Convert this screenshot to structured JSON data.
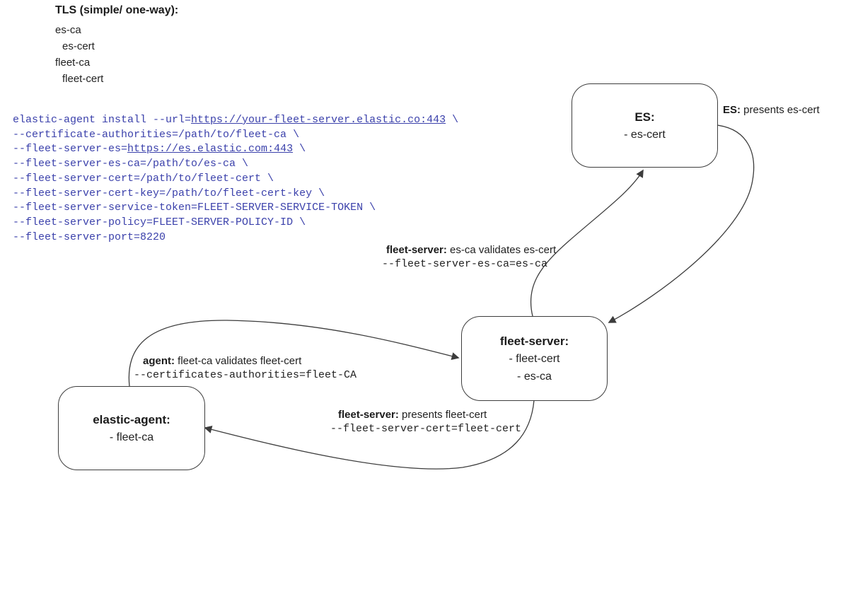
{
  "legend": {
    "title": "TLS (simple/ one-way):",
    "items": [
      "es-ca",
      "es-cert",
      "fleet-ca",
      "fleet-cert"
    ]
  },
  "code": {
    "color": "#3b41ab",
    "lines": [
      [
        {
          "t": "elastic-agent install --url="
        },
        {
          "t": "https://your-fleet-server.elastic.co:443",
          "u": true
        },
        {
          "t": " \\"
        }
      ],
      [
        {
          "t": "--certificate-authorities=/path/to/fleet-ca \\"
        }
      ],
      [
        {
          "t": "--fleet-server-es="
        },
        {
          "t": "https://es.elastic.com:443",
          "u": true
        },
        {
          "t": " \\"
        }
      ],
      [
        {
          "t": "--fleet-server-es-ca=/path/to/es-ca \\"
        }
      ],
      [
        {
          "t": "--fleet-server-cert=/path/to/fleet-cert \\"
        }
      ],
      [
        {
          "t": "--fleet-server-cert-key=/path/to/fleet-cert-key \\"
        }
      ],
      [
        {
          "t": "--fleet-server-service-token=FLEET-SERVER-SERVICE-TOKEN \\"
        }
      ],
      [
        {
          "t": "--fleet-server-policy=FLEET-SERVER-POLICY-ID \\"
        }
      ],
      [
        {
          "t": "--fleet-server-port=8220"
        }
      ]
    ]
  },
  "boxes": {
    "es": {
      "title": "ES:",
      "items": [
        "- es-cert"
      ]
    },
    "fleet_server": {
      "title": "fleet-server:",
      "items": [
        "- fleet-cert",
        "- es-ca"
      ]
    },
    "elastic_agent": {
      "title": "elastic-agent:",
      "items": [
        "- fleet-ca"
      ]
    }
  },
  "labels": {
    "es_presents": {
      "bold": "ES:",
      "text": " presents es-cert"
    },
    "fleet_validates": {
      "bold": "fleet-server:",
      "text": " es-ca validates es-cert",
      "mono": "--fleet-server-es-ca=es-ca"
    },
    "agent_validates": {
      "bold": "agent:",
      "text": " fleet-ca validates fleet-cert",
      "mono": "--certificates-authorities=fleet-CA"
    },
    "fleet_presents": {
      "bold": "fleet-server:",
      "text": " presents fleet-cert",
      "mono": "--fleet-server-cert=fleet-cert"
    }
  },
  "colors": {
    "code_text": "#3b41ab",
    "stroke": "#3c3c3c",
    "background": "#ffffff"
  }
}
